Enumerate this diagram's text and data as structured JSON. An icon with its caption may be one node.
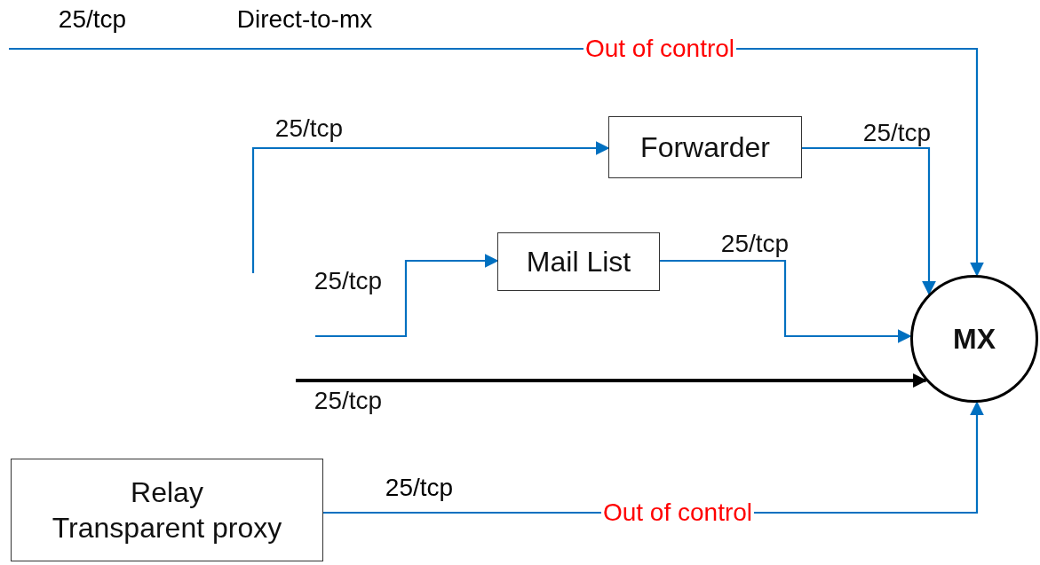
{
  "diagram": {
    "nodes": [
      {
        "text": [
          "Forwarder"
        ]
      },
      {
        "text": [
          "Mail List"
        ]
      },
      {
        "text": [
          "MX"
        ]
      },
      {
        "text": [
          "Relay",
          "Transparent proxy"
        ]
      }
    ],
    "edges": [
      {
        "from": null,
        "to": 2,
        "arrow": "to",
        "label": "Out of control"
      },
      {
        "from": null,
        "to": 0,
        "arrow": "to",
        "label": "25/tcp"
      },
      {
        "from": 0,
        "to": 2,
        "arrow": "to",
        "label": "25/tcp"
      },
      {
        "from": null,
        "to": 1,
        "arrow": "to",
        "label": "25/tcp"
      },
      {
        "from": 1,
        "to": 2,
        "arrow": "to",
        "label": "25/tcp"
      },
      {
        "from": null,
        "to": 2,
        "arrow": "to",
        "label": "25/tcp",
        "style": "thick",
        "color": "#000000"
      },
      {
        "from": 3,
        "to": 2,
        "arrow": "to",
        "label": "Out of control"
      }
    ],
    "labels": [
      "25/tcp",
      "Direct-to-mx",
      "25/tcp"
    ]
  }
}
